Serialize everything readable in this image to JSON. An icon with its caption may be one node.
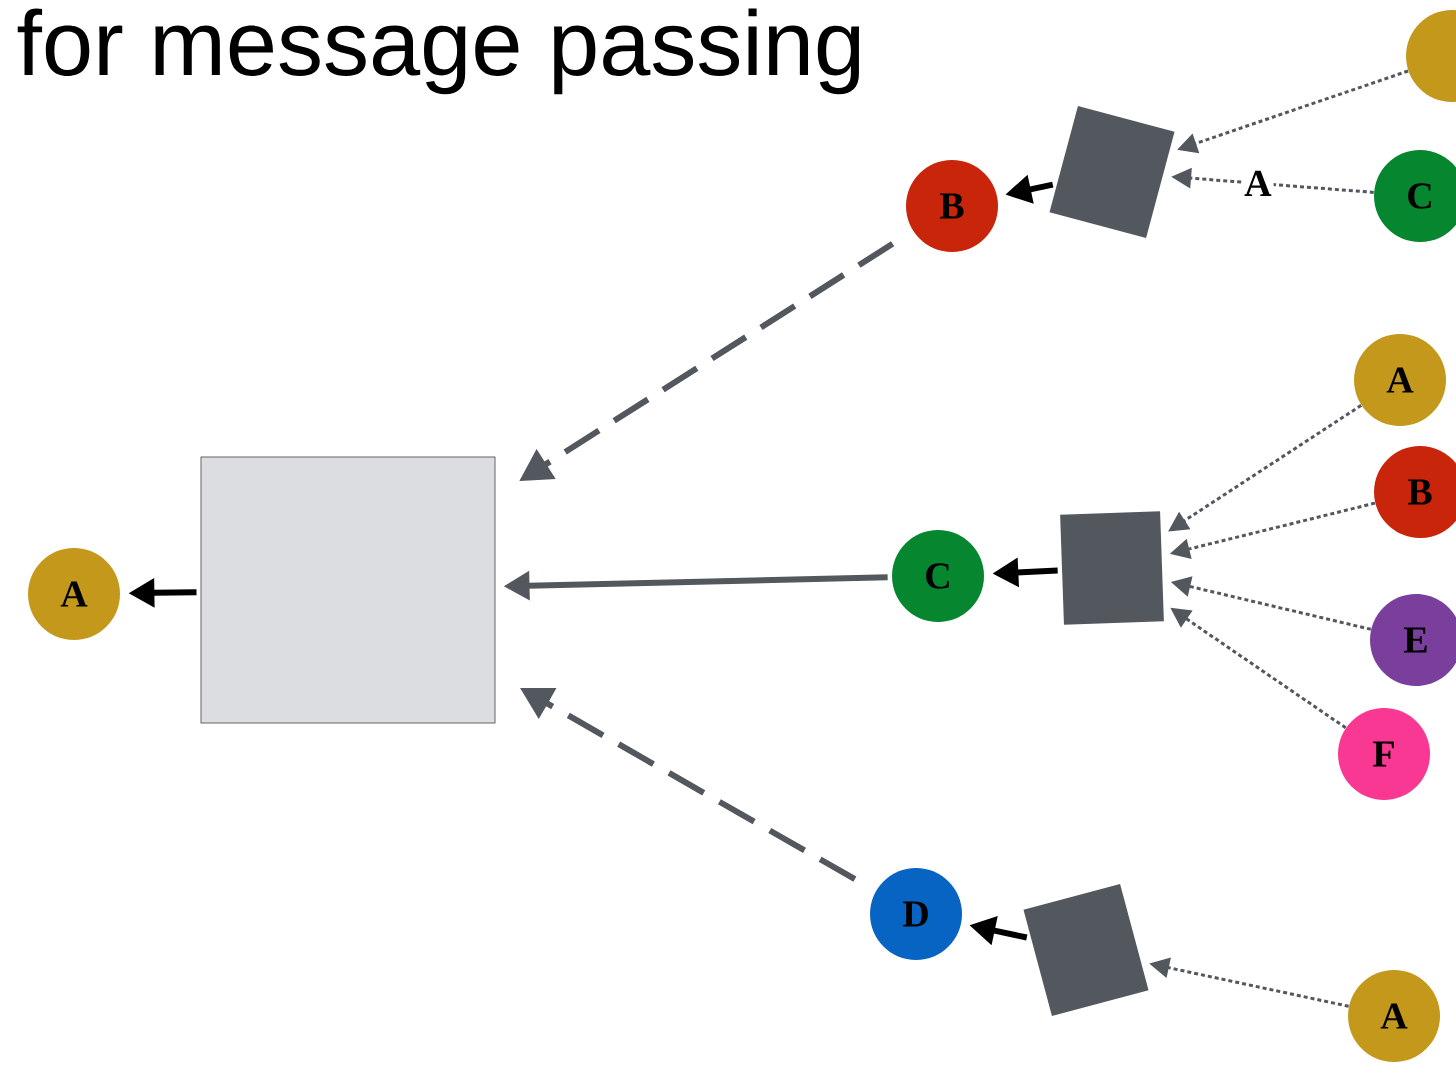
{
  "diagram": {
    "title": "for message passing",
    "nodes": [
      {
        "text": [],
        "shape": "box"
      },
      {
        "text": [
          "A"
        ]
      },
      {
        "text": [
          "B"
        ]
      },
      {
        "text": [],
        "shape": "box"
      },
      {
        "text": [],
        "shape": "circle"
      },
      {
        "text": [
          "C"
        ]
      },
      {
        "text": [
          "C"
        ]
      },
      {
        "text": [],
        "shape": "box"
      },
      {
        "text": [
          "A"
        ]
      },
      {
        "text": [
          "B"
        ]
      },
      {
        "text": [
          "E"
        ]
      },
      {
        "text": [
          "F"
        ]
      },
      {
        "text": [
          "D"
        ]
      },
      {
        "text": [],
        "shape": "box"
      },
      {
        "text": [
          "A"
        ]
      }
    ],
    "edges": [
      {
        "from": 0,
        "to": 1,
        "arrow": "to",
        "style": "thick",
        "color": "#000000"
      },
      {
        "from": 2,
        "to": 0,
        "arrow": "to",
        "style": "dashed"
      },
      {
        "from": 6,
        "to": 0,
        "arrow": "to",
        "style": "thick"
      },
      {
        "from": 12,
        "to": 0,
        "arrow": "to",
        "style": "dashed"
      },
      {
        "from": 3,
        "to": 2,
        "arrow": "to",
        "style": "thick",
        "color": "#000000"
      },
      {
        "from": 4,
        "to": 3,
        "arrow": "to",
        "style": "dashed"
      },
      {
        "from": 5,
        "to": 3,
        "arrow": "to",
        "label": "A",
        "style": "dashed"
      },
      {
        "from": 7,
        "to": 6,
        "arrow": "to",
        "style": "thick",
        "color": "#000000"
      },
      {
        "from": 8,
        "to": 7,
        "arrow": "to",
        "style": "dashed"
      },
      {
        "from": 9,
        "to": 7,
        "arrow": "to",
        "style": "dashed"
      },
      {
        "from": 10,
        "to": 7,
        "arrow": "to",
        "style": "dashed"
      },
      {
        "from": 11,
        "to": 7,
        "arrow": "to",
        "style": "dashed"
      },
      {
        "from": 13,
        "to": 12,
        "arrow": "to",
        "style": "thick",
        "color": "#000000"
      },
      {
        "from": 14,
        "to": 13,
        "arrow": "to",
        "style": "dashed"
      }
    ]
  }
}
